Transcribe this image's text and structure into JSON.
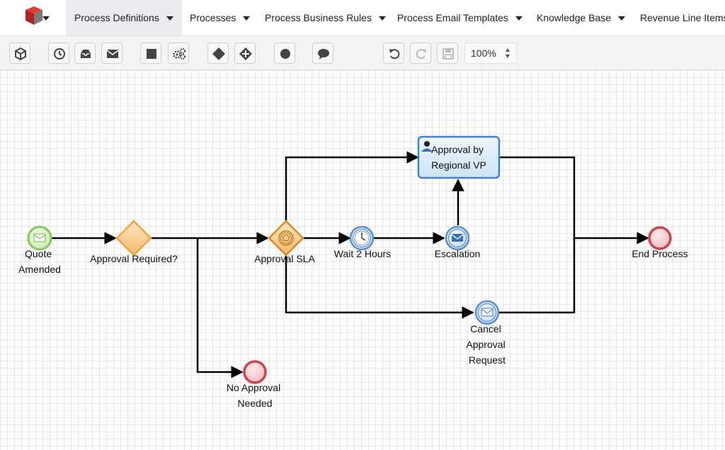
{
  "nav": {
    "tabs": [
      {
        "label": "Process Definitions"
      },
      {
        "label": "Processes"
      },
      {
        "label": "Process Business Rules"
      },
      {
        "label": "Process Email Templates"
      },
      {
        "label": "Knowledge Base"
      },
      {
        "label": "Revenue Line Items"
      }
    ]
  },
  "toolbar": {
    "zoom_value": "100%",
    "buttons": [
      "cube-icon",
      "clock-icon",
      "inbox-icon",
      "envelope-icon",
      "square-icon",
      "gears-icon",
      "diamond-icon",
      "diamond-plus-icon",
      "circle-icon",
      "comment-icon",
      "undo-icon",
      "redo-icon",
      "save-icon"
    ]
  },
  "diagram": {
    "nodes": {
      "start": {
        "type": "start-message-event",
        "label_lines": [
          "Quote",
          "Amended"
        ]
      },
      "gw1": {
        "type": "exclusive-gateway",
        "label_lines": [
          "Approval Required?"
        ]
      },
      "gw2": {
        "type": "event-based-gateway",
        "label_lines": [
          "Approval SLA"
        ]
      },
      "timer": {
        "type": "timer-event",
        "label_lines": [
          "Wait 2 Hours"
        ]
      },
      "escalation": {
        "type": "send-message-event",
        "label_lines": [
          "Escalation"
        ]
      },
      "task": {
        "type": "user-task",
        "label_lines": [
          "Approval by",
          "Regional VP"
        ]
      },
      "cancel": {
        "type": "message-event",
        "label_lines": [
          "Cancel",
          "Approval",
          "Request"
        ]
      },
      "end": {
        "type": "end-event",
        "label_lines": [
          "End Process"
        ]
      },
      "noapproval": {
        "type": "end-event",
        "label_lines": [
          "No Approval",
          "Needed"
        ]
      }
    },
    "colors": {
      "start": "#8ac55c",
      "gateway": "#f2a33d",
      "end": "#c8474f",
      "intermediate": "#5b8fd4",
      "task_fill": "#dcecf9",
      "task_border": "#3d84d4",
      "edge": "#000000"
    }
  }
}
